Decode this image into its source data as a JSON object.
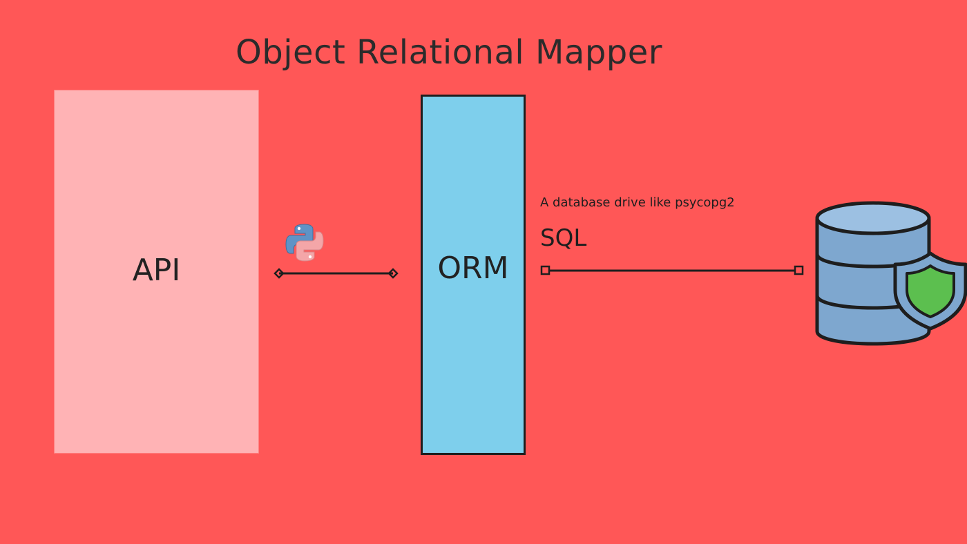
{
  "title": "Object Relational Mapper",
  "api_label": "API",
  "orm_label": "ORM",
  "driver_label": "A database drive like psycopg2",
  "sql_label": "SQL",
  "icons": {
    "python": "python-logo-icon",
    "database": "database-shield-icon"
  },
  "colors": {
    "background": "#ff5757",
    "api_box": "#ffb3b5",
    "orm_box": "#7ecfec",
    "database": "#7ea7cf",
    "shield": "#5cbf4f"
  }
}
